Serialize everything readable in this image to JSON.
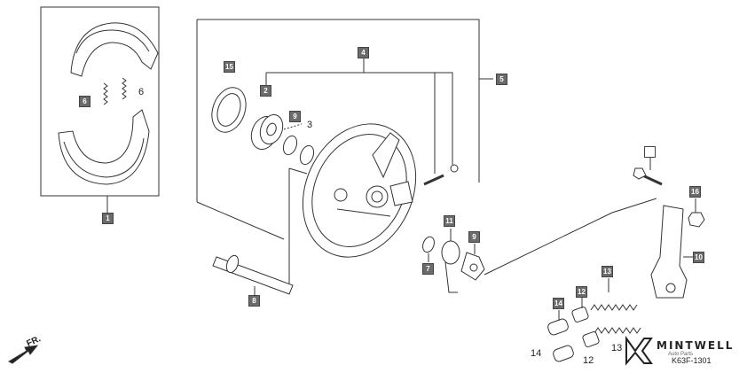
{
  "labels": {
    "l1": "1",
    "l2": "2",
    "l3": "3",
    "l4": "4",
    "l5": "5",
    "l6a": "6",
    "l6b": "6",
    "l7": "7",
    "l8": "8",
    "l9": "9",
    "l10": "10",
    "l11": "11",
    "l12a": "12",
    "l12b": "12",
    "l13a": "13",
    "l13b": "13",
    "l14a": "14",
    "l14b": "14",
    "l15": "15",
    "l16": "16"
  },
  "direction_label": "FR.",
  "brand": {
    "name": "MINTWELL",
    "sub": "Auto Parts"
  },
  "diagram_code": "K63F-1301",
  "colors": {
    "line": "#333333",
    "label_fill": "#6b6b6b",
    "part_fill": "#ffffff"
  }
}
